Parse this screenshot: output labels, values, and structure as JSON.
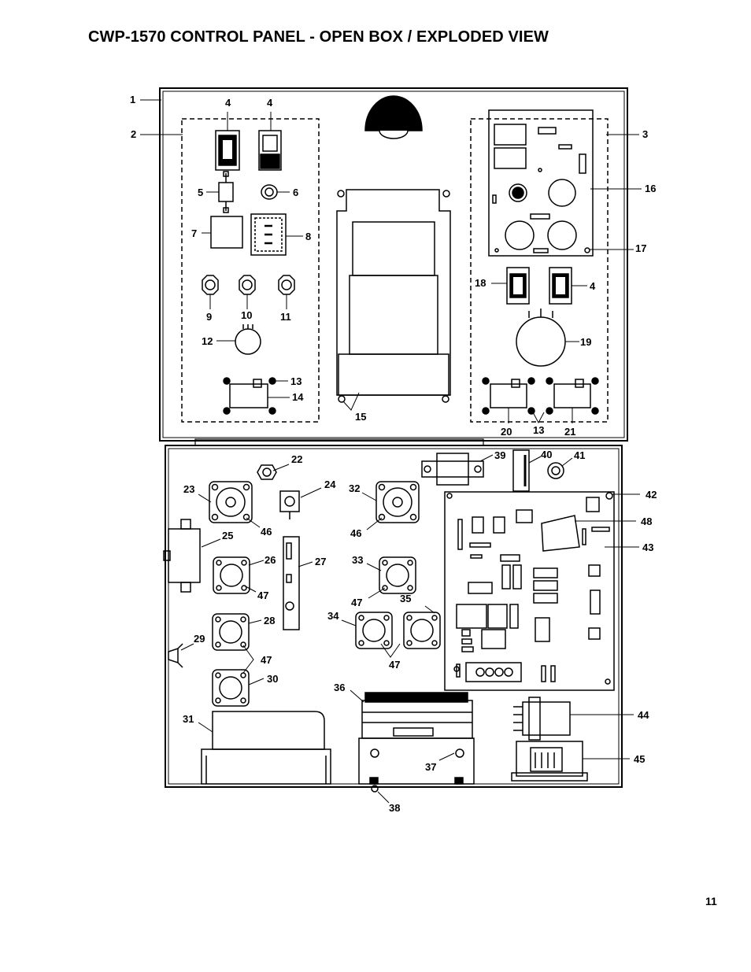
{
  "title": "CWP-1570 CONTROL PANEL - OPEN BOX / EXPLODED VIEW",
  "page_number": "11",
  "callouts": {
    "c1": "1",
    "c2": "2",
    "c3": "3",
    "c4a": "4",
    "c4b": "4",
    "c4c": "4",
    "c5": "5",
    "c6": "6",
    "c7": "7",
    "c8": "8",
    "c9": "9",
    "c10": "10",
    "c11": "11",
    "c12": "12",
    "c13a": "13",
    "c13b": "13",
    "c14": "14",
    "c15": "15",
    "c16": "16",
    "c17": "17",
    "c18": "18",
    "c19": "19",
    "c20": "20",
    "c21": "21",
    "c22": "22",
    "c23": "23",
    "c24": "24",
    "c25": "25",
    "c26": "26",
    "c27": "27",
    "c28": "28",
    "c29": "29",
    "c30": "30",
    "c31": "31",
    "c32": "32",
    "c33": "33",
    "c34": "34",
    "c35": "35",
    "c36": "36",
    "c37": "37",
    "c38": "38",
    "c39": "39",
    "c40": "40",
    "c41": "41",
    "c42": "42",
    "c43": "43",
    "c44": "44",
    "c45": "45",
    "c46a": "46",
    "c46b": "46",
    "c47a": "47",
    "c47b": "47",
    "c47c": "47",
    "c47d": "47",
    "c48": "48"
  }
}
